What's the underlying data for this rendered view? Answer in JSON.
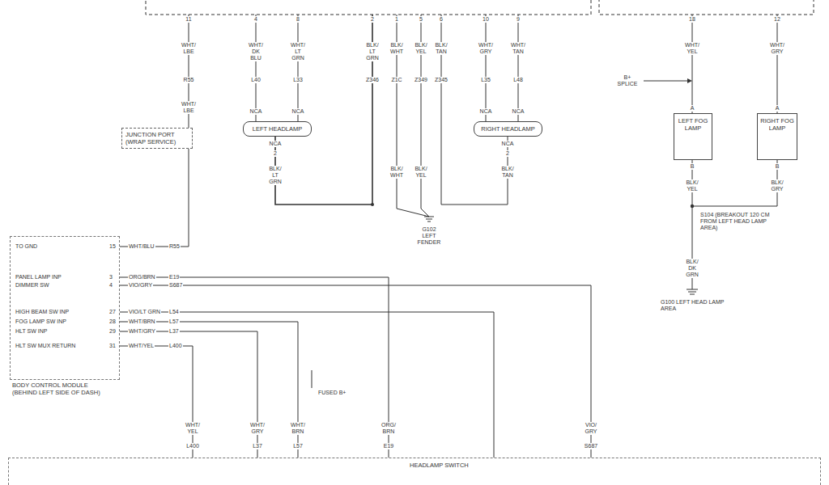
{
  "diagram": {
    "nodes": [
      {
        "text": [
          "LEFT HEADLAMP"
        ]
      },
      {
        "text": [
          "RIGHT HEADLAMP"
        ]
      },
      {
        "text": [
          "LEFT FOG LAMP"
        ]
      },
      {
        "text": [
          "RIGHT FOG LAMP"
        ]
      },
      {
        "text": [
          "JUNCTION PORT (WRAP SERVICE)"
        ]
      },
      {
        "text": [
          "BODY CONTROL MODULE (BEHIND LEFT SIDE OF DASH)"
        ]
      },
      {
        "text": [
          "HEADLAMP SWITCH"
        ]
      }
    ],
    "edges": [
      {
        "from": 4,
        "to": 5,
        "arrow": "none"
      },
      {
        "from": 5,
        "to": 6,
        "arrow": "none"
      }
    ],
    "labels": [
      "11",
      "4",
      "8",
      "2",
      "1",
      "5",
      "6",
      "10",
      "9",
      "18",
      "12",
      "WHT/ LBE",
      "R55",
      "WHT/ LBE",
      "WHT/ DK BLU",
      "L40",
      "WHT/ LT GRN",
      "L33",
      "BLK/ LT GRN",
      "Z346",
      "BLK/ WHT",
      "Z1C",
      "BLK/ YEL",
      "Z349",
      "BLK/ TAN",
      "Z345",
      "WHT/ GRY",
      "L35",
      "WHT/ TAN",
      "L48",
      "NCA",
      "NCA",
      "NCA",
      "NCA",
      "NCA",
      "2",
      "NCA",
      "2",
      "BLK/ LT GRN",
      "BLK/ WHT",
      "BLK/ YEL",
      "BLK/ TAN",
      "G102 LEFT FENDER",
      "B+ SPLICE",
      "WHT/ YEL",
      "WHT/ GRY",
      "A",
      "A",
      "B",
      "B",
      "BLK/ YEL",
      "BLK/ GRY",
      "S104 (BREAKOUT 120 CM FROM LEFT HEAD LAMP AREA)",
      "BLK/ DK GRN",
      "G100 LEFT HEAD LAMP AREA",
      "TO GND",
      "15",
      "WHT/BLU",
      "R55",
      "PANEL LAMP INP",
      "3",
      "ORG/BRN",
      "E19",
      "DIMMER SW",
      "4",
      "VIO/GRY",
      "S687",
      "HIGH BEAM SW INP",
      "27",
      "VIO/LT GRN",
      "L54",
      "FOG LAMP SW INP",
      "28",
      "WHT/BRN",
      "L57",
      "HLT SW INP",
      "29",
      "WHT/GRY",
      "L37",
      "HLT SW MUX RETURN",
      "31",
      "WHT/YEL",
      "L400",
      "FUSED B+",
      "WHT/ YEL",
      "L400",
      "WHT/ GRY",
      "L37",
      "WHT/ BRN",
      "L57",
      "ORG/ BRN",
      "E19",
      "VIO/ GRY",
      "S687"
    ]
  }
}
